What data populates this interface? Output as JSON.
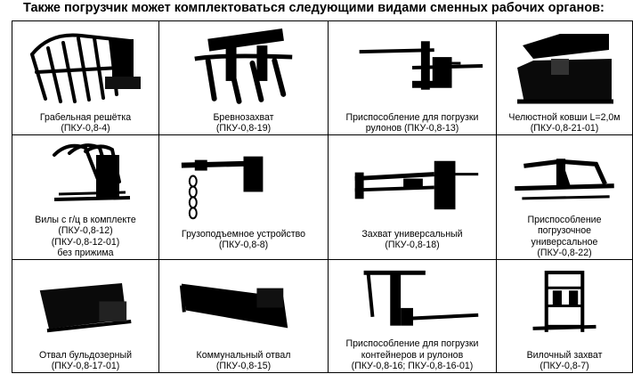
{
  "heading": "Также погрузчик может комплектоваться следующими видами сменных рабочих органов:",
  "rows": [
    [
      {
        "name": "Грабельная решётка",
        "code": "(ПКУ-0,8-4)"
      },
      {
        "name": "Бревнозахват",
        "code": "(ПКУ-0,8-19)"
      },
      {
        "name": "Приспособление для погрузки рулонов (ПКУ-0,8-13)"
      },
      {
        "name": "Челюстной ковши L=2,0м",
        "code": "(ПКУ-0,8-21-01)"
      }
    ],
    [
      {
        "name": "Вилы с г/ц в комплекте",
        "code": "(ПКУ-0,8-12)",
        "code2": "(ПКУ-0,8-12-01)",
        "note": "без прижима"
      },
      {
        "name": "Грузоподъемное устройство",
        "code": "(ПКУ-0,8-8)"
      },
      {
        "name": "Захват универсальный",
        "code": "(ПКУ-0,8-18)"
      },
      {
        "name": "Приспособление погрузочное универсальное",
        "code": "(ПКУ-0,8-22)"
      }
    ],
    [
      {
        "name": "Отвал бульдозерный",
        "code": "(ПКУ-0,8-17-01)"
      },
      {
        "name": "Коммунальный отвал",
        "code": "(ПКУ-0,8-15)"
      },
      {
        "name": "Приспособление для погрузки контейнеров и рулонов",
        "code": "(ПКУ-0,8-16; ПКУ-0,8-16-01)"
      },
      {
        "name": "Вилочный захват",
        "code": "(ПКУ-0,8-7)"
      }
    ]
  ],
  "icons": [
    "rake-grille-icon",
    "log-grab-icon",
    "bale-spear-icon",
    "jaw-bucket-icon",
    "pitchfork-icon",
    "hoist-crane-icon",
    "universal-grab-icon",
    "universal-loader-icon",
    "dozer-blade-icon",
    "municipal-blade-icon",
    "container-attachment-icon",
    "pallet-fork-icon"
  ]
}
